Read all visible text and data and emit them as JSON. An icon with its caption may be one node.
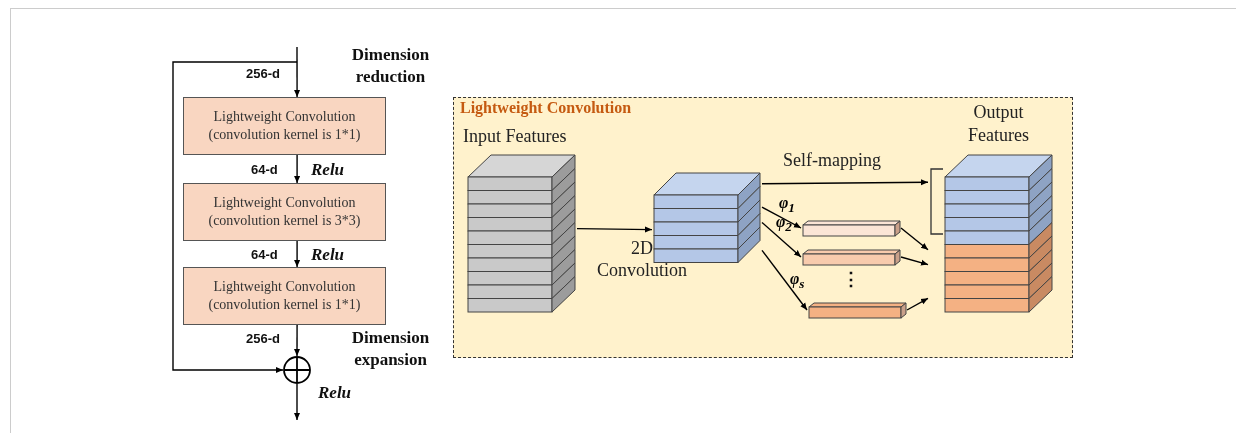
{
  "diagram": {
    "nodes": [
      {
        "text": [
          "Lightweight Convolution (convolution kernel is 1*1)"
        ]
      },
      {
        "text": [
          "Lightweight Convolution (convolution kernel is 3*3)"
        ]
      },
      {
        "text": [
          "Lightweight Convolution (convolution kernel is 1*1)"
        ]
      },
      {
        "text": [],
        "shape": "circle"
      },
      {
        "text": [
          "Lightweight Convolution"
        ]
      },
      {
        "text": [
          "Input Features"
        ],
        "in": 4
      },
      {
        "text": [],
        "shape": "box",
        "in": 4
      },
      {
        "text": [],
        "shape": "bar",
        "in": 4
      },
      {
        "text": [],
        "shape": "bar",
        "in": 4
      },
      {
        "text": [],
        "shape": "bar",
        "in": 4
      },
      {
        "text": [
          "Output Features"
        ],
        "in": 4
      }
    ],
    "edges": [
      {
        "from": null,
        "to": 0,
        "arrow": "to"
      },
      {
        "from": 0,
        "to": 1,
        "arrow": "to"
      },
      {
        "from": 1,
        "to": 2,
        "arrow": "to"
      },
      {
        "from": 2,
        "to": 3,
        "arrow": "to"
      },
      {
        "from": null,
        "to": 3,
        "arrow": "to"
      },
      {
        "from": 3,
        "to": null,
        "arrow": "to"
      },
      {
        "from": 5,
        "to": 6,
        "arrow": "to",
        "label": "2D Convolution"
      },
      {
        "from": 6,
        "to": 10,
        "arrow": "to",
        "label": "Self-mapping"
      },
      {
        "from": 6,
        "to": 7,
        "arrow": "to",
        "label": "φ$_{1}$"
      },
      {
        "from": 6,
        "to": 8,
        "arrow": "to",
        "label": "φ$_{2}$"
      },
      {
        "from": 6,
        "to": 9,
        "arrow": "to",
        "label": "φ$_{s}$"
      },
      {
        "from": 7,
        "to": 10,
        "arrow": "to"
      },
      {
        "from": 8,
        "to": 10,
        "arrow": "to"
      },
      {
        "from": 9,
        "to": 10,
        "arrow": "to"
      }
    ],
    "labels": [
      "Dimension reduction",
      "256-d",
      "64-d",
      "Relu",
      "64-d",
      "Relu",
      "256-d",
      "Dimension expansion",
      "Relu",
      "⋮"
    ]
  }
}
